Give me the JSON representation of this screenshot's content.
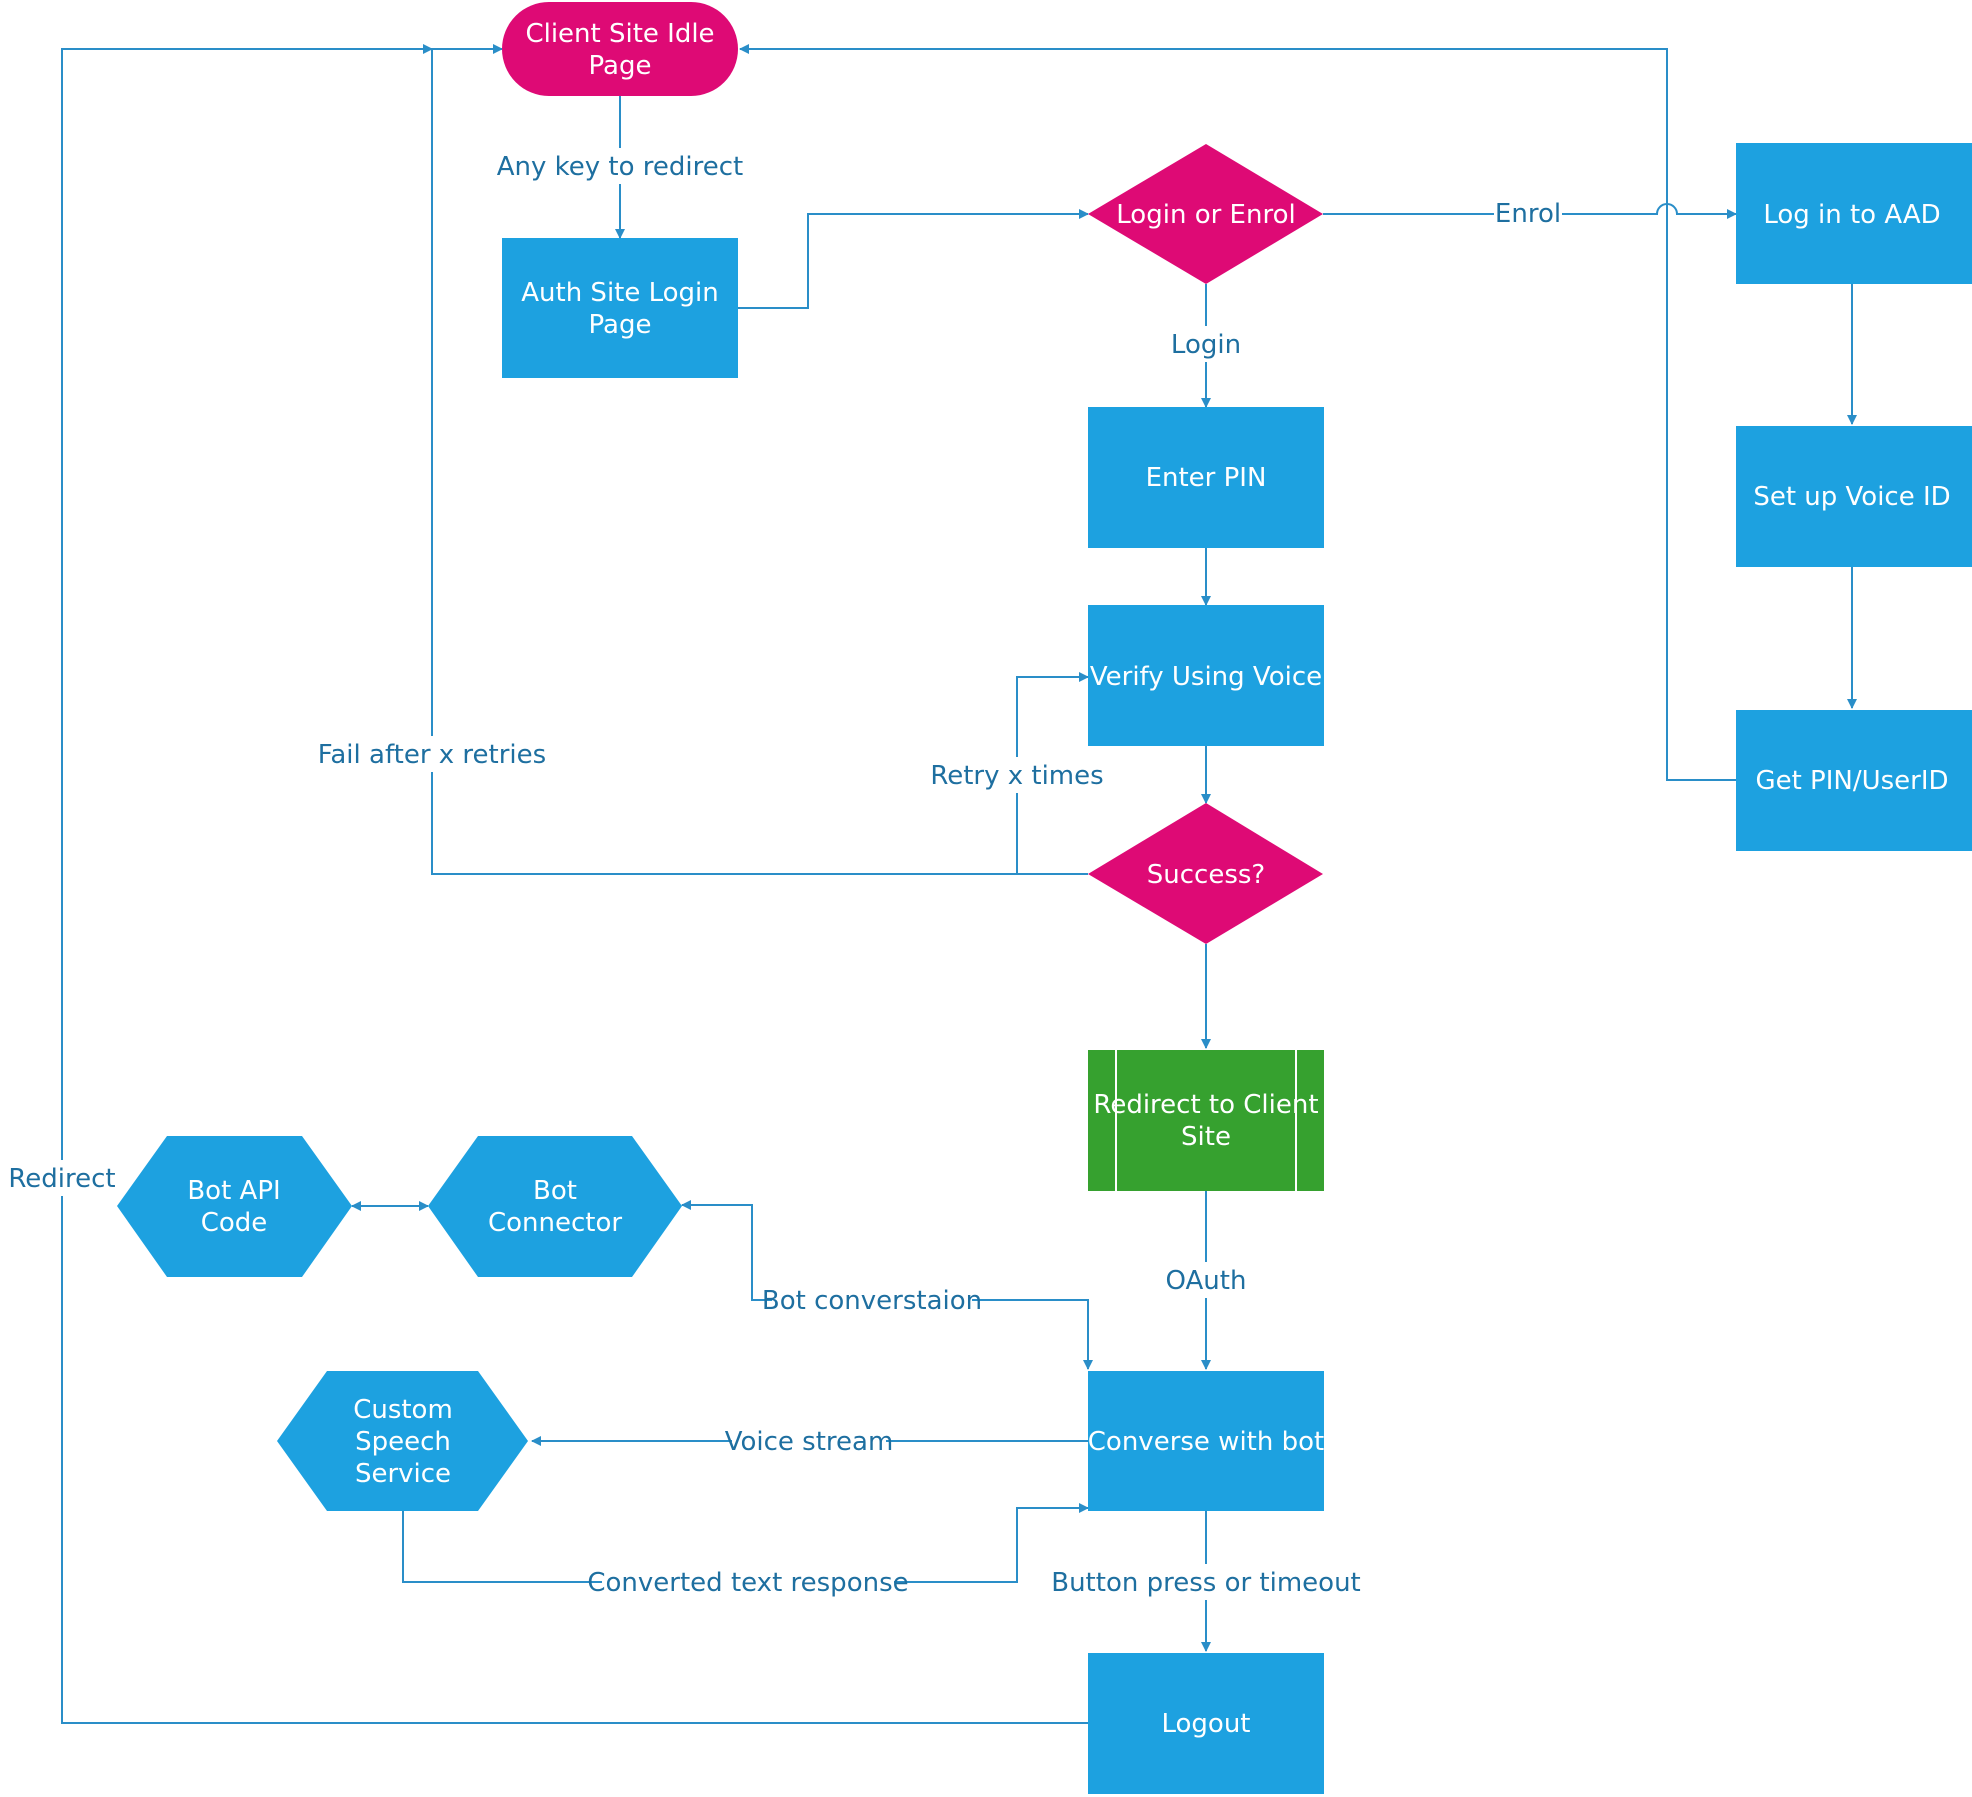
{
  "colors": {
    "process": "#1da1e0",
    "decision": "#de0a75",
    "terminal": "#de0a75",
    "subprocess": "#36a12f",
    "subprocess_border": "#ffffff",
    "line": "#2a8ec8",
    "label": "#1e6fa0"
  },
  "nodes": {
    "client_idle": "Client Site Idle Page",
    "auth_login": "Auth Site Login Page",
    "login_or_enrol": "Login or Enrol",
    "log_in_aad": "Log in to AAD",
    "enter_pin": "Enter PIN",
    "set_up_voice": "Set up Voice ID",
    "verify_voice": "Verify Using Voice",
    "get_pin": "Get PIN/UserID",
    "success": "Success?",
    "redirect_client": "Redirect to Client Site",
    "bot_api": "Bot API Code",
    "bot_connector": "Bot Connector",
    "custom_speech": "Custom Speech Service",
    "converse": "Converse with bot",
    "logout": "Logout"
  },
  "edges": {
    "any_key": "Any key to redirect",
    "enrol": "Enrol",
    "login": "Login",
    "fail_retries": "Fail after x retries",
    "retry": "Retry x times",
    "redirect": "Redirect",
    "oauth": "OAuth",
    "bot_conversation": "Bot converstaion",
    "voice_stream": "Voice stream",
    "converted_text": "Converted text response",
    "button_timeout": "Button press or timeout"
  }
}
